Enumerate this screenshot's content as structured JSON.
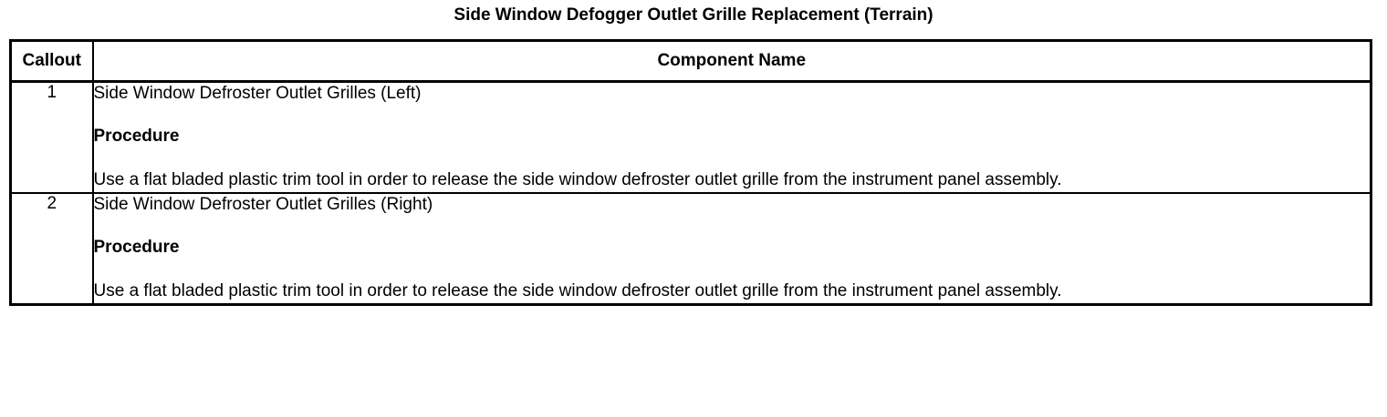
{
  "document": {
    "title": "Side Window Defogger Outlet Grille Replacement (Terrain)"
  },
  "table": {
    "headers": {
      "callout": "Callout",
      "component_name": "Component Name"
    },
    "rows": [
      {
        "callout": "1",
        "component_name": "Side Window Defroster Outlet Grilles (Left)",
        "procedure_label": "Procedure",
        "procedure_text": "Use a flat bladed plastic trim tool in order to release the side window defroster outlet grille from the instrument panel assembly."
      },
      {
        "callout": "2",
        "component_name": "Side Window Defroster Outlet Grilles (Right)",
        "procedure_label": "Procedure",
        "procedure_text": "Use a flat bladed plastic trim tool in order to release the side window defroster outlet grille from the instrument panel assembly."
      }
    ]
  },
  "colors": {
    "text": "#000000",
    "background": "#ffffff",
    "border": "#000000"
  }
}
